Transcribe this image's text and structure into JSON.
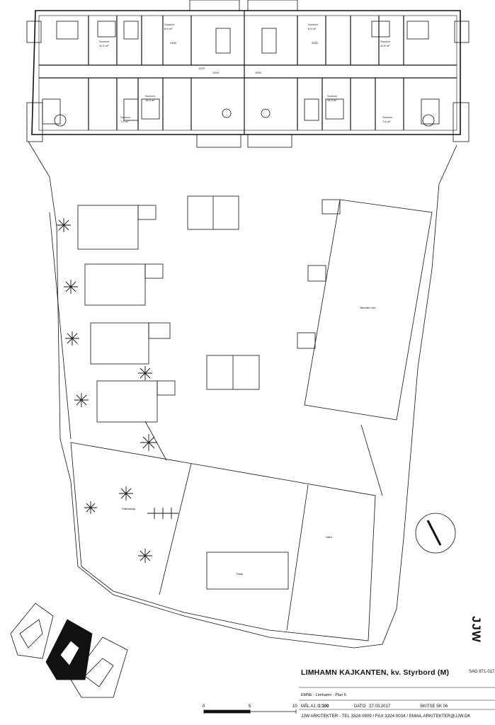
{
  "title_block": {
    "project": "LIMHAMN KAJKANTEN,  kv. Styrbord (M)",
    "case_no": "SAG 871-017",
    "subject": "EMNE - Limhamn - Plan 6",
    "scale_label": "MÅL A1 /",
    "scale_value": "1:100",
    "date_label": "DATO",
    "date_value": "27.03.2017",
    "sketch_label": "SKITSE SK 06",
    "contact": "JJW ARKITEKTER - TEL 3324 0909 / FAX 3324 0034 / EMAIL ARKITEKTER@JJW.DK",
    "logo_text": "JJW"
  },
  "scale_bar": {
    "ticks": [
      "0",
      "5",
      "10"
    ]
  },
  "plan_labels": {
    "rooms": [
      "Sovrum",
      "Sovrum",
      "Sovrum",
      "Sovrum",
      "Sovrum",
      "Sovrum",
      "Sovrum",
      "Sovrum"
    ],
    "areas": [
      "8,5 m²",
      "8,5 m²",
      "11,5 m²",
      "11,5 m²",
      "14,0 m²",
      "14,0 m²",
      "7,6 m²",
      "7,6 m²"
    ],
    "dims": [
      "2100",
      "1200",
      "1000",
      "1270",
      "2500"
    ],
    "site": [
      "Tekniskt rum",
      "Fällesskap",
      "Gård",
      "Plats"
    ]
  },
  "colors": {
    "line": "#111111",
    "fill_dark": "#111111",
    "background": "#ffffff"
  }
}
